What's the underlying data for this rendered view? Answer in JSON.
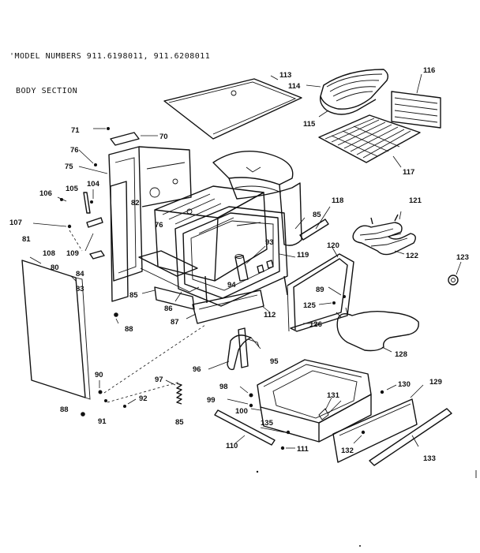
{
  "header": {
    "model_line": "'MODEL  NUMBERS 911.6198011,  911.6208011",
    "section_title": "BODY  SECTION"
  },
  "callouts": [
    {
      "id": "c71",
      "label": "71"
    },
    {
      "id": "c70",
      "label": "70"
    },
    {
      "id": "c76a",
      "label": "76"
    },
    {
      "id": "c75",
      "label": "75"
    },
    {
      "id": "c104",
      "label": "104"
    },
    {
      "id": "c105",
      "label": "105"
    },
    {
      "id": "c106",
      "label": "106"
    },
    {
      "id": "c82",
      "label": "82"
    },
    {
      "id": "c107",
      "label": "107"
    },
    {
      "id": "c76b",
      "label": "76"
    },
    {
      "id": "c81",
      "label": "81"
    },
    {
      "id": "c108",
      "label": "108"
    },
    {
      "id": "c109",
      "label": "109"
    },
    {
      "id": "c80",
      "label": "80"
    },
    {
      "id": "c84",
      "label": "84"
    },
    {
      "id": "c83",
      "label": "83"
    },
    {
      "id": "c85a",
      "label": "85"
    },
    {
      "id": "c86",
      "label": "86"
    },
    {
      "id": "c88a",
      "label": "88"
    },
    {
      "id": "c87",
      "label": "87"
    },
    {
      "id": "c113",
      "label": "113"
    },
    {
      "id": "c114",
      "label": "114"
    },
    {
      "id": "c115",
      "label": "115"
    },
    {
      "id": "c116",
      "label": "116"
    },
    {
      "id": "c117",
      "label": "117"
    },
    {
      "id": "c85b",
      "label": "85"
    },
    {
      "id": "c118",
      "label": "118"
    },
    {
      "id": "c121",
      "label": "121"
    },
    {
      "id": "c93",
      "label": "93"
    },
    {
      "id": "c94",
      "label": "94"
    },
    {
      "id": "c119",
      "label": "119"
    },
    {
      "id": "c120",
      "label": "120"
    },
    {
      "id": "c122",
      "label": "122"
    },
    {
      "id": "c123",
      "label": "123"
    },
    {
      "id": "c112",
      "label": "112"
    },
    {
      "id": "c89",
      "label": "89"
    },
    {
      "id": "c125",
      "label": "125"
    },
    {
      "id": "c126",
      "label": "126"
    },
    {
      "id": "c128",
      "label": "128"
    },
    {
      "id": "c95",
      "label": "95"
    },
    {
      "id": "c96",
      "label": "96"
    },
    {
      "id": "c90",
      "label": "90"
    },
    {
      "id": "c97",
      "label": "97"
    },
    {
      "id": "c92",
      "label": "92"
    },
    {
      "id": "c91",
      "label": "91"
    },
    {
      "id": "c88b",
      "label": "88"
    },
    {
      "id": "c85c",
      "label": "85"
    },
    {
      "id": "c98",
      "label": "98"
    },
    {
      "id": "c99",
      "label": "99"
    },
    {
      "id": "c100",
      "label": "100"
    },
    {
      "id": "c131",
      "label": "131"
    },
    {
      "id": "c130",
      "label": "130"
    },
    {
      "id": "c129",
      "label": "129"
    },
    {
      "id": "c135",
      "label": "135"
    },
    {
      "id": "c110",
      "label": "110"
    },
    {
      "id": "c111",
      "label": "111"
    },
    {
      "id": "c132",
      "label": "132"
    },
    {
      "id": "c133",
      "label": "133"
    }
  ]
}
